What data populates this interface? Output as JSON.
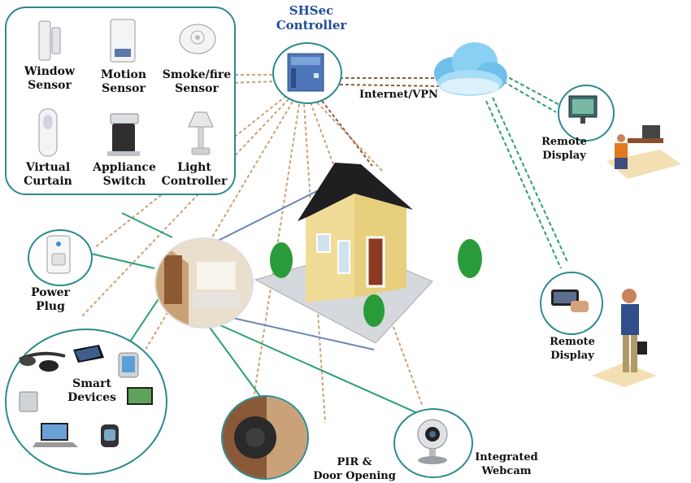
{
  "controller": {
    "line1": "SHSec",
    "line2": "Controller"
  },
  "internet_label": "Internet/VPN",
  "sensors": {
    "window": [
      "Window",
      "Sensor"
    ],
    "motion": [
      "Motion",
      "Sensor"
    ],
    "smoke": [
      "Smoke/fire",
      "Sensor"
    ],
    "curtain": [
      "Virtual",
      "Curtain"
    ],
    "appliance": [
      "Appliance",
      "Switch"
    ],
    "light": [
      "Light",
      "Controller"
    ]
  },
  "power_plug": [
    "Power",
    "Plug"
  ],
  "smart_devices": [
    "Smart",
    "Devices"
  ],
  "pir": [
    "PIR &",
    "Door Opening"
  ],
  "webcam": [
    "Integrated",
    "Webcam"
  ],
  "remote_display_top": [
    "Remote",
    "Display"
  ],
  "remote_display_bottom": [
    "Remote",
    "Display"
  ],
  "colors": {
    "teal": "#2c8a8c",
    "brown_dash": "#c49a6c",
    "green_link": "#2e9e78",
    "blue_link": "#6a87b5",
    "cloud": "#7fc6ea"
  }
}
